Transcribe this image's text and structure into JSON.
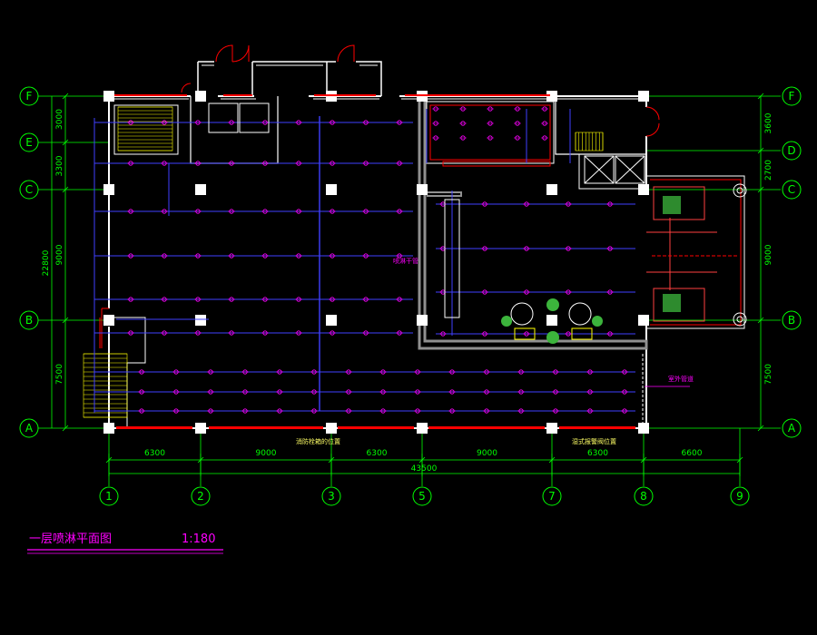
{
  "drawing": {
    "title": "一层喷淋平面图",
    "scale": "1:180",
    "notes": {
      "fire_valve": "消防栓箱的位置",
      "alarm_valve": "湿式报警阀位置",
      "sprinkler_main": "喷淋干管",
      "outside_pipe": "室外管道"
    }
  },
  "grid": {
    "columns": [
      "1",
      "2",
      "3",
      "5",
      "7",
      "8",
      "9"
    ],
    "rows": [
      "F",
      "E",
      "C",
      "B",
      "A"
    ],
    "rows_right": [
      "F",
      "D",
      "C",
      "B",
      "A"
    ]
  },
  "dimensions": {
    "bottom": [
      "6300",
      "9000",
      "6300",
      "9000",
      "6300",
      "6600"
    ],
    "bottom_total": "43500",
    "left": [
      "3000",
      "3300",
      "9000",
      "7500"
    ],
    "left_total": "22800",
    "right": [
      "3600",
      "2700",
      "9000",
      "7500"
    ]
  },
  "colors": {
    "grid": "#00ff00",
    "wall": "#ffffff",
    "pipe": "#0000ff",
    "sprinkler": "#ff00ff",
    "title": "#ff00ff",
    "partition": "#909090",
    "door": "#ff0000"
  }
}
